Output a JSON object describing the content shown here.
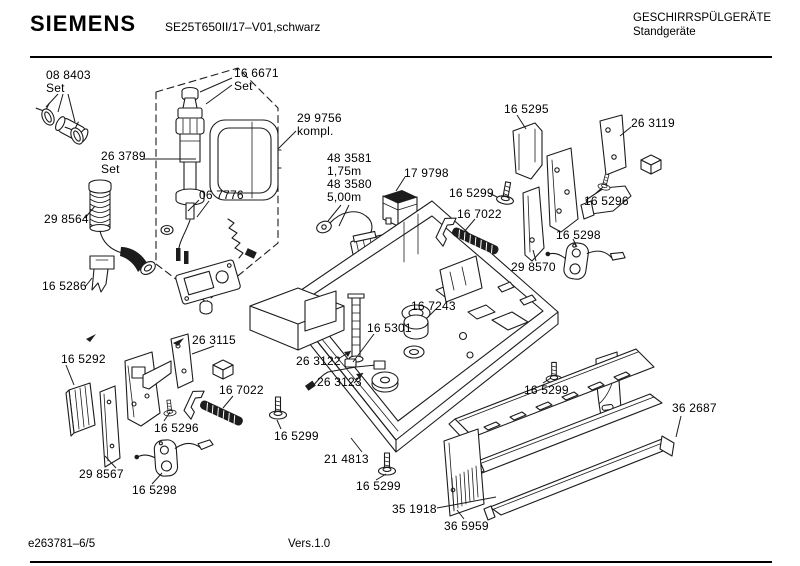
{
  "header": {
    "brand": "SIEMENS",
    "model": "SE25T650II/17–V01,schwarz",
    "product_line": "GESCHIRRSPÜLGERÄTE",
    "product_type": "Standgeräte"
  },
  "footer": {
    "document_number": "e263781–6/5",
    "version": "Vers.1.0"
  },
  "colors": {
    "ink": "#1c1c1c",
    "background": "#ffffff"
  },
  "labels": {
    "l_088403": "08 8403\nSet",
    "l_166671": "16 6671\nSet",
    "l_299756": "29 9756\nkompl.",
    "l_263789": "26 3789\nSet",
    "l_067776": "06 7776",
    "l_483581": "48 3581\n1,75m\n48 3580\n5,00m",
    "l_179798": "17 9798",
    "l_165295": "16 5295",
    "l_263119": "26 3119",
    "l_165299_tr": "16 5299",
    "l_167022_r": "16 7022",
    "l_165296_r": "16 5296",
    "l_165298_r": "16 5298",
    "l_298570": "29 8570",
    "l_298564": "29 8564",
    "l_165286": "16 5286",
    "l_167243": "16 7243",
    "l_165301": "16 5301",
    "l_263115": "26 3115",
    "l_263122": "26 3122",
    "l_263123": "26 3123",
    "l_165292": "16 5292",
    "l_167022_l": "16 7022",
    "l_165296_l": "16 5296",
    "l_165299_ml": "16 5299",
    "l_298567": "29 8567",
    "l_165298_l": "16 5298",
    "l_214813": "21 4813",
    "l_165299_bc": "16 5299",
    "l_165299_br": "16 5299",
    "l_362687": "36 2687",
    "l_351918": "35 1918",
    "l_365959": "36 5959"
  }
}
